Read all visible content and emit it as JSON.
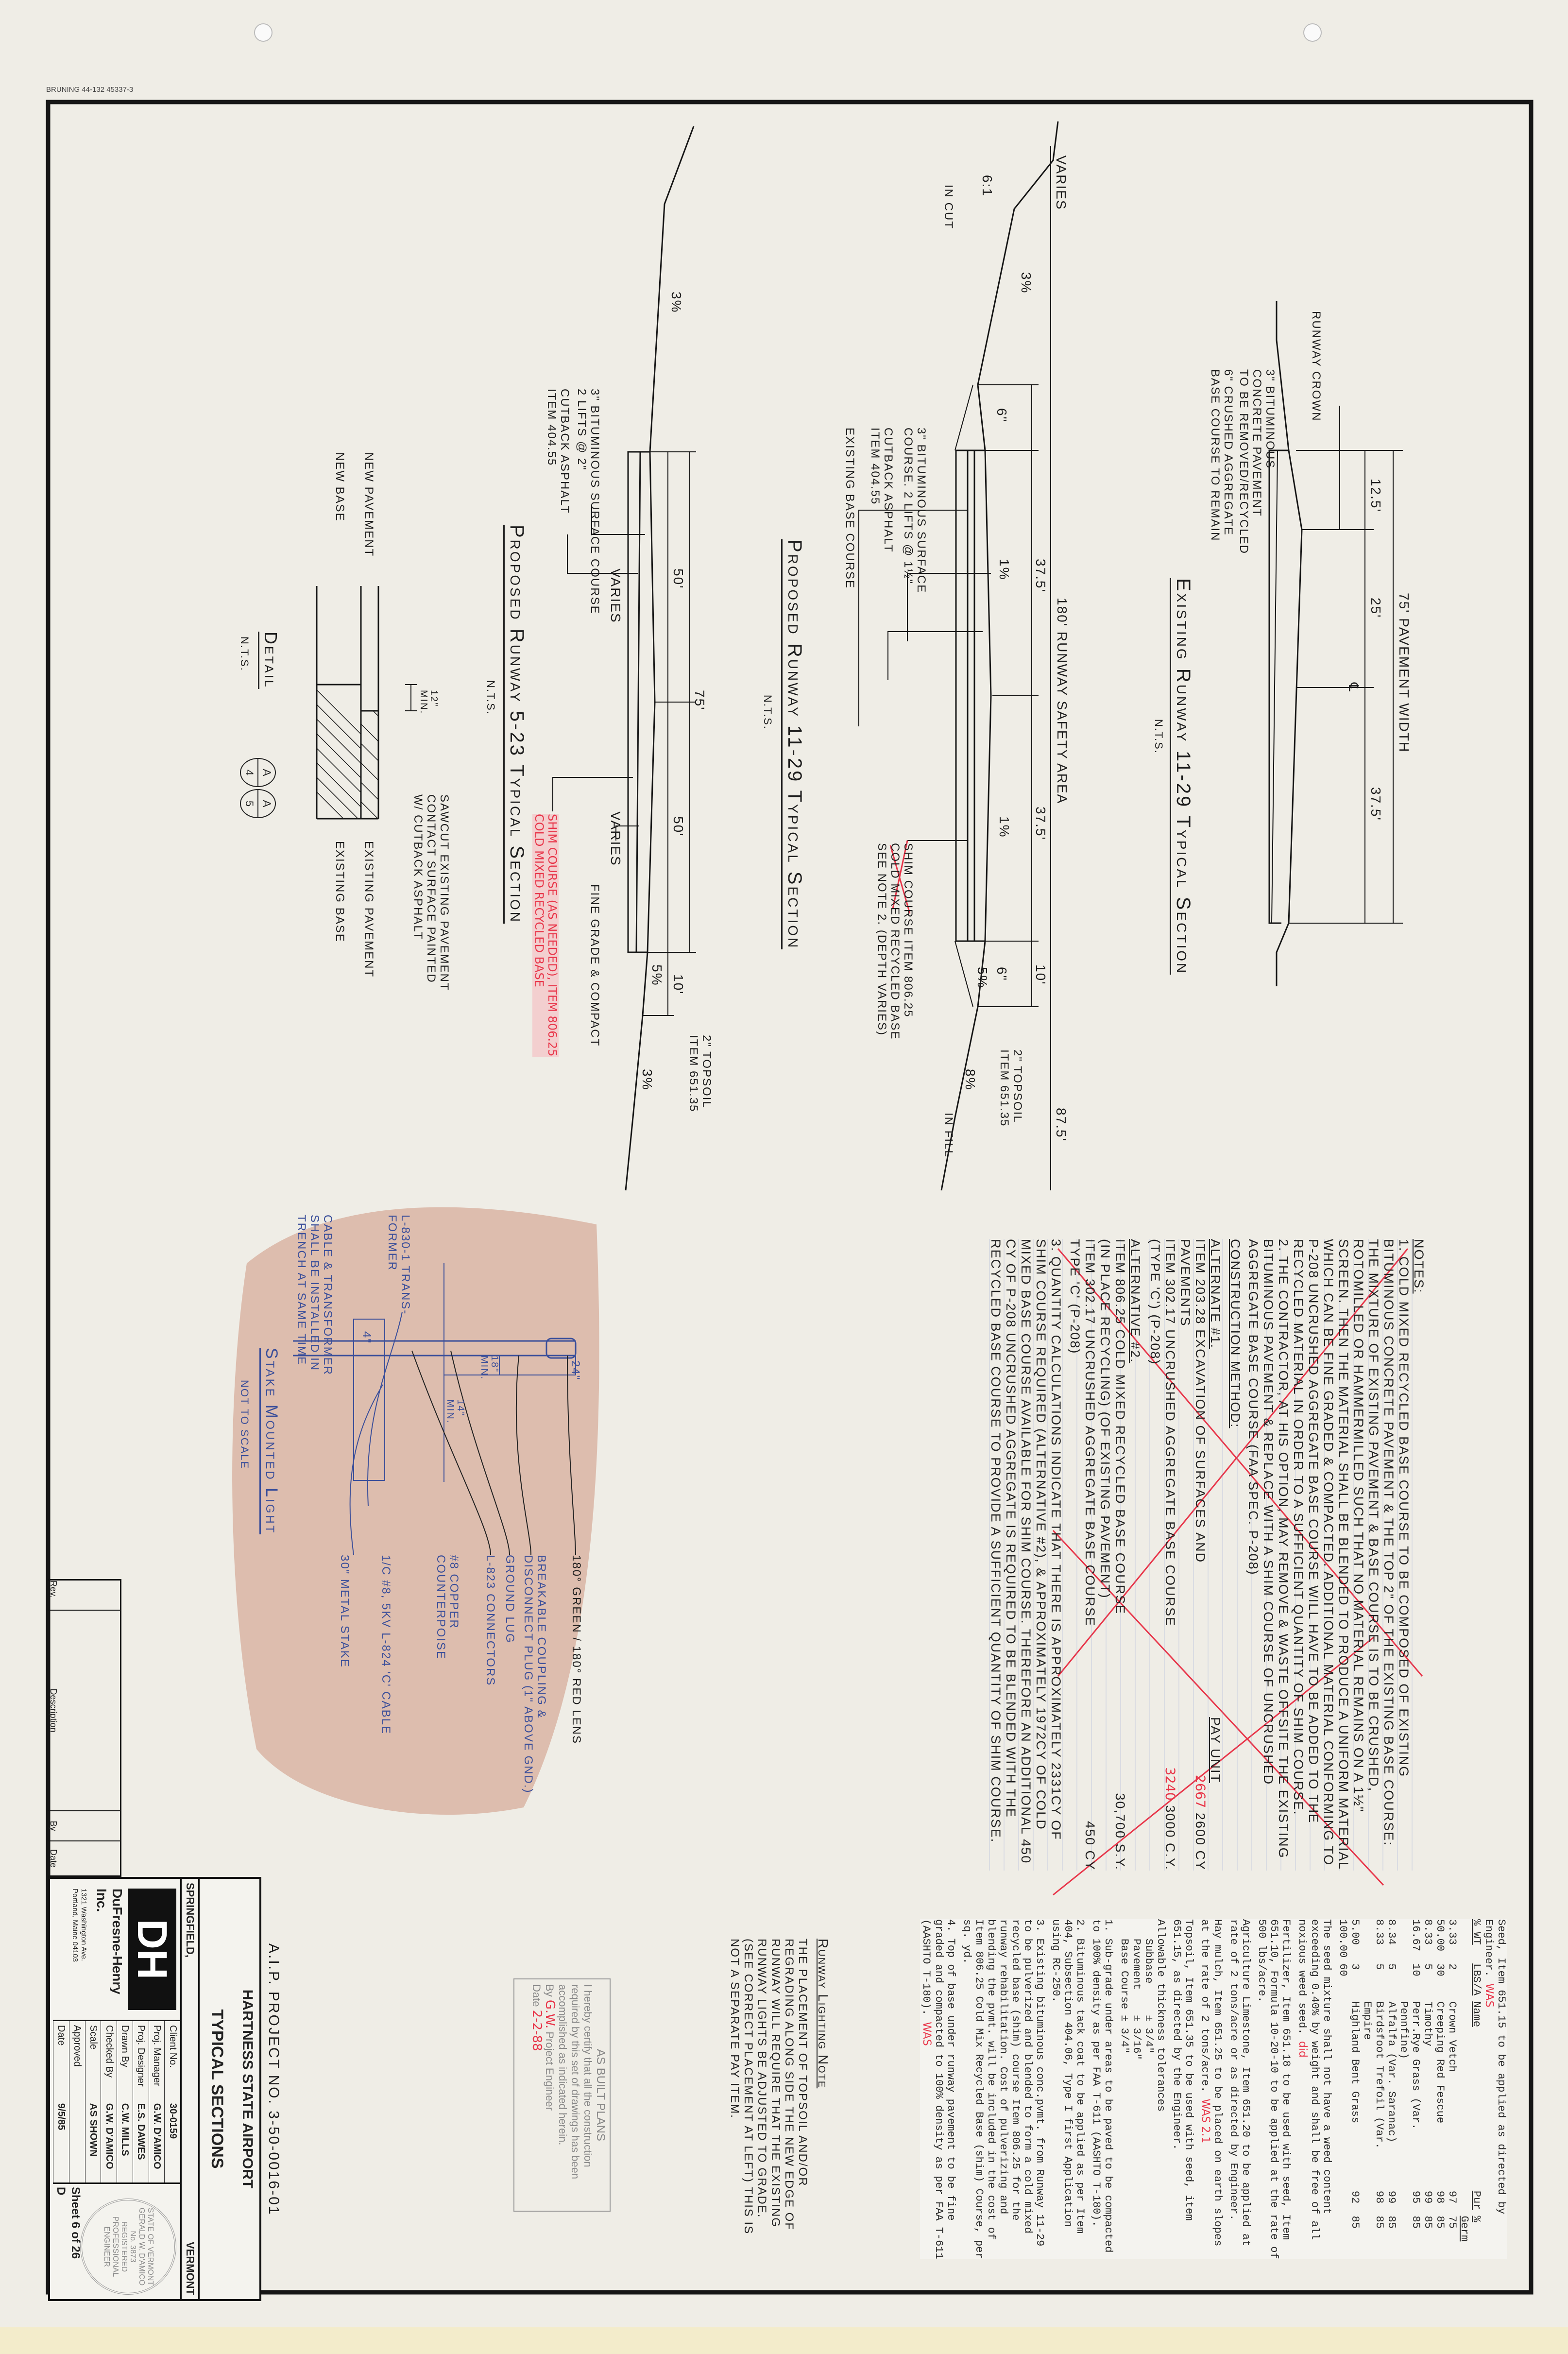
{
  "sheet_header": {
    "stock": "BRUNING 44-132 45337-3"
  },
  "existing_11_29": {
    "title": "Existing Runway 11-29 Typical Section",
    "nts": "N.T.S.",
    "crown": "RUNWAY CROWN",
    "pavement_width": "75' PAVEMENT WIDTH",
    "dims": [
      "12.5'",
      "25'",
      "37.5'"
    ],
    "centerline": "℄",
    "label_pavement": "3\" BITUMINOUS\nCONCRETE PAVEMENT\nTO BE REMOVED/RECYCLED",
    "label_base": "6\" CRUSHED AGGREGATE\nBASE COURSE TO REMAIN"
  },
  "proposed_11_29": {
    "title": "Proposed Runway 11-29 Typical Section",
    "nts": "N.T.S.",
    "safety_area": "180' RUNWAY SAFETY AREA",
    "varies": "VARIES",
    "dims": [
      "37.5'",
      "37.5'",
      "10'",
      "87.5'"
    ],
    "six_in": [
      "6\"",
      "6\""
    ],
    "slopes": [
      "3%",
      "1%",
      "1%",
      "5%",
      "8%",
      "6:1"
    ],
    "in_cut": "IN CUT",
    "in_fill": "IN FILL",
    "topsoil": "2\" TOPSOIL\nITEM 651.35",
    "label_surface": "3\" BITUMINOUS SURFACE\nCOURSE. 2 LIFTS @ 1½\"",
    "label_cutback": "CUTBACK ASPHALT\nITEM 404.55",
    "label_existing": "EXISTING BASE COURSE",
    "label_shim": "SHIM COURSE ITEM 806.25\nCOLD MIXED RECYCLED BASE\nSEE NOTE 2. (DEPTH VARIES)"
  },
  "proposed_5_23": {
    "title": "Proposed Runway 5-23 Typical Section",
    "nts": "N.T.S.",
    "dims": [
      "75'",
      "50'",
      "50'",
      "10'"
    ],
    "varies": [
      "VARIES",
      "VARIES"
    ],
    "slopes": [
      "3%",
      "5%",
      "3%"
    ],
    "topsoil": "2\" TOPSOIL\nITEM 651.35",
    "label_surface": "3\" BITUMINOUS SURFACE COURSE\n2 LIFTS @ 2\"",
    "label_cutback": "CUTBACK ASPHALT\nITEM 404.55",
    "label_grade": "FINE GRADE & COMPACT",
    "label_shim": "SHIM COURSE (AS NEEDED), ITEM 806.25\nCOLD MIXED RECYCLED BASE"
  },
  "detail": {
    "title": "Detail",
    "nts": "N.T.S.",
    "bubbles": [
      {
        "top": "A",
        "bottom": "4"
      },
      {
        "top": "A",
        "bottom": "5"
      }
    ],
    "new_pavement": "NEW PAVEMENT",
    "new_base": "NEW BASE",
    "existing_pavement": "EXISTING PAVEMENT",
    "existing_base": "EXISTING BASE",
    "min": "12\"\nMIN.",
    "sawcut": "SAWCUT EXISTING PAVEMENT\nCONTACT SURFACE PAINTED\nW/ CUTBACK ASPHALT"
  },
  "stake_light": {
    "title": "Stake Mounted Light",
    "nts": "NOT TO SCALE",
    "dims": [
      "24\"",
      "18\"\nMIN.",
      "14\"\nMIN.",
      "4\""
    ],
    "labels": {
      "lens": "180° GREEN / 180° RED LENS",
      "coupling": "BREAKABLE COUPLING &\nDISCONNECT PLUG (1\" ABOVE GND.)",
      "lug": "GROUND LUG",
      "connectors": "L-823 CONNECTORS",
      "counterpoise": "#8 COPPER\nCOUNTERPOISE",
      "cable": "1/C #8, 5kV L-824 'C' CABLE",
      "stake": "30\" METAL STAKE",
      "transformer": "L-830-1 TRANS-\nFORMER",
      "trench": "CABLE & TRANSFORMER\nSHALL BE INSTALLED IN\nTRENCH AT SAME TIME"
    }
  },
  "notes": {
    "heading": "NOTES:",
    "note1": "1. COLD MIXED RECYCLED BASE COURSE TO BE COMPOSED OF EXISTING BITUMINOUS CONCRETE PAVEMENT & THE TOP 2\" OF THE EXISTING BASE COURSE: THE MIXTURE OF EXISTING PAVEMENT & BASE COURSE IS TO BE CRUSHED, ROTOMILLED OR HAMMERMILLED SUCH THAT NO MATERIAL REMAINS ON A 1½\" SCREEN. THEN THE MATERIAL SHALL BE BLENDED TO PRODUCE A UNIFORM MATERIAL WHICH CAN BE FINE GRADED & COMPACTED. ADDITIONAL MATERIAL CONFORMING TO P-208 UNCRUSHED AGGREGATE BASE COURSE WILL HAVE TO BE ADDED TO THE RECYCLED MATERIAL IN ORDER TO A SUFFICIENT QUANTITY OF SHIM COURSE.",
    "note2": "2. THE CONTRACTOR, AT HIS OPTION, MAY REMOVE & WASTE OFFSITE THE EXISTING BITUMINOUS PAVEMENT & REPLACE WITH A SHIM COURSE OF UNCRUSHED AGGREGATE BASE COURSE (FAA SPEC. P-208)",
    "construction_method": "CONSTRUCTION METHOD:",
    "alt1": "ALTERNATE #1.",
    "pay_unit": "PAY UNIT",
    "alt1_items": [
      {
        "item": "ITEM 203.28 EXCAVATION OF SURFACES AND PAVEMENTS",
        "qty": "2600 CY",
        "revised": "2667"
      },
      {
        "item": "ITEM 302.17 UNCRUSHED AGGREGATE BASE COURSE (TYPE 'C') (P-208)",
        "qty": "3000 C.Y.",
        "revised": "3240"
      }
    ],
    "alt2": "ALTERNATIVE #2.",
    "alt2_items": [
      {
        "item": "ITEM 806.25 COLD MIXED RECYCLED BASE COURSE (IN PLACE RECYCLING) (OF EXISTING PAVEMENT)",
        "qty": "30,700 S.Y."
      },
      {
        "item": "ITEM 302.17 UNCRUSHED AGGREGATE BASE COURSE TYPE 'C' (P-208)",
        "qty": "450 CY"
      }
    ],
    "note3": "3. QUANTITY CALCULATIONS INDICATE THAT THERE IS APPROXIMATELY 2331CY OF SHIM COURSE REQUIRED (ALTERNATIVE #2), & APPROXIMATELY 1972CY OF COLD MIXED BASE COURSE AVAILABLE FOR SHIM COURSE. THEREFORE AN ADDITIONAL 450 CY OF P-208 UNCRUSHED AGGREGATE IS REQUIRED TO BE BLENDED WITH THE RECYCLED BASE COURSE TO PROVIDE A SUFFICIENT QUANTITY OF SHIM COURSE."
  },
  "seed_notes": {
    "intro": "Seed, Item 651.15 to be applied as directed by Engineer.",
    "intro_mark": "WAS",
    "columns": [
      "% WT",
      "LBS/A",
      "Name",
      "Pur",
      "% Germ"
    ],
    "rows": [
      [
        "3.33",
        "2",
        "Crown Vetch",
        "97",
        "75"
      ],
      [
        "50.00",
        "30",
        "Creeping Red Fescue",
        "98",
        "85"
      ],
      [
        "8.33",
        "5",
        "Timothy",
        "99",
        "85"
      ],
      [
        "16.67",
        "10",
        "Perr.Rye Grass (Var. Pennfine)",
        "95",
        "85"
      ],
      [
        "8.34",
        "5",
        "Alfalfa (Var. Saranac)",
        "99",
        "85"
      ],
      [
        "8.33",
        "5",
        "Birdsfoot Trefoil (Var. Empire",
        "98",
        "85"
      ],
      [
        "5.00",
        "3",
        "Highland Bent Grass",
        "92",
        "85"
      ],
      [
        "100.00",
        "60",
        "",
        "",
        ""
      ]
    ],
    "weed": "The seed mixture shall not have a weed content exceeding 0.40% by weight and shall be free of all noxious weed seed.",
    "weed_mark": "did",
    "fertilizer": "Fertilizer, Item 651.18 to be used with seed, Item 651.10, Formula 10-20-10 to be applied at the rate of 500 lbs/acre.",
    "limestone": "Agriculture Limestone, Item 651.20 to be applied at rate of 2 tons/acre or as directed by Engineer.",
    "mulch": "Hay mulch, Item 651.25 to be placed on earth slopes at the rate of 2 tons/acre.",
    "mulch_mark": "WAS 2.1",
    "topsoil": "Topsoil, Item 651.35 to be used with seed, item 651.15, as directed by the Engineer.",
    "tolerance_heading": "Allowable thickness tolerances",
    "tolerances": [
      [
        "Subbase",
        "± 3/4\""
      ],
      [
        "Pavement",
        "± 3/16\""
      ],
      [
        "Base Course",
        "± 3/4\""
      ]
    ],
    "items": [
      "1. Sub-grade under areas to be paved to be compacted to 100% density as per FAA T-611 (AASHTO T-180).",
      "2. Bituminous tack coat to be applied as per Item 404, Subsection 404.06, Type I first Application using RC-250.",
      "3. Existing bituminous conc.pvmt. from Runway 11-29 to be pulverized and blended to form a cold mixed recycled base (shim) course Item 806.25 for the runway rehabilitation. Cost of pulverizing and blending the pvmt. will be included in the cost of Item 806.25 Cold Mix Recycled Base (shim) Course, per sq. yd.",
      "4. Top of base under runway pavement to be fine graded and compacted to 100% density as per FAA T-611 (AASHTO T-180)."
    ],
    "was_mark": "WAS"
  },
  "lighting_note": {
    "heading": "Runway Lighting Note",
    "body": "THE PLACEMENT OF TOPSOIL AND/OR REGRADING ALONG SIDE THE NEW EDGE OF RUNWAY WILL REQUIRE THAT THE EXISTING RUNWAY LIGHTS BE ADJUSTED TO GRADE. (SEE CORRECT PLACEMENT AT LEFT) THIS IS NOT A SEPARATE PAY ITEM."
  },
  "as_built": {
    "heading": "AS BUILT PLANS",
    "body": "I hereby certify that all the construction required by this set of drawings has been accomplished as indicated herein.",
    "by_label": "By",
    "by_value": "G.W.",
    "role": "Project Engineer",
    "date_label": "Date",
    "date_value": "2-2-88"
  },
  "revisions": {
    "columns": [
      "Rev.",
      "Description",
      "By",
      "Date"
    ]
  },
  "title_block": {
    "project": "A.I.P. PROJECT NO. 3-50-0016-01",
    "airport": "HARTNESS STATE AIRPORT",
    "sheet_title": "TYPICAL SECTIONS",
    "city": "SPRINGFIELD,",
    "state": "VERMONT",
    "firm_logo": "DH",
    "firm_name": "DuFresne-Henry Inc.",
    "firm_address": "1321 Washington Ave.\nPortland, Maine 04103",
    "fields": [
      [
        "Client No.",
        "30-0159"
      ],
      [
        "Proj. Manager",
        "G.W. D'AMICO"
      ],
      [
        "Proj. Designer",
        "E.S. DAWES"
      ],
      [
        "Drawn By",
        "C.W. MILLS"
      ],
      [
        "Checked By",
        "G.W. D'AMICO"
      ],
      [
        "Scale",
        "AS SHOWN"
      ],
      [
        "Approved",
        ""
      ],
      [
        "Date",
        "9/5/85"
      ]
    ],
    "sheet_label": "Sheet",
    "sheet_no": "6",
    "sheet_of": "of",
    "sheet_total": "26",
    "size": "D",
    "stamp": {
      "state": "STATE OF VERMONT",
      "name": "GERALD W. D'AMICO",
      "number": "No. 3873",
      "type": "PROFESSIONAL ENGINEER",
      "reg": "REGISTERED"
    }
  },
  "colors": {
    "ink": "#1d1d1d",
    "redline": "#e8364a",
    "blueline": "#3b4f9a",
    "overlay": "#d9b4a3",
    "paper": "#efede6"
  }
}
